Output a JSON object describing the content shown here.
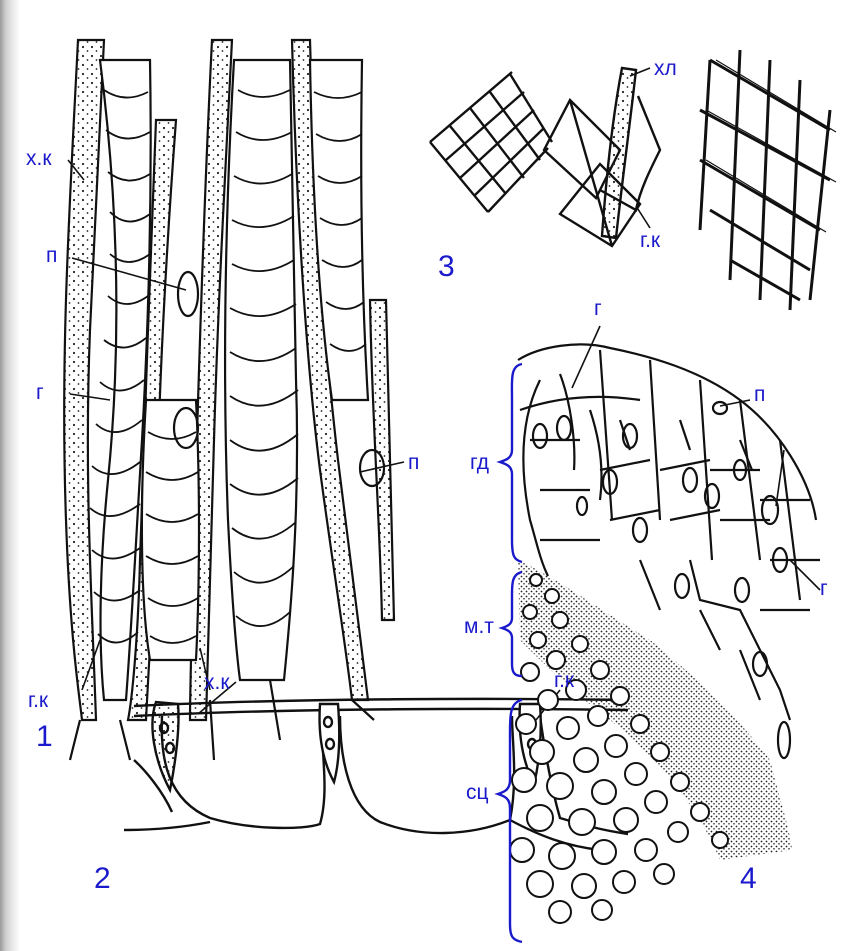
{
  "colors": {
    "label_blue": "#1a1acc",
    "ink": "#111111",
    "frame_gray": "#9a9a9a"
  },
  "figure_numbers": {
    "f1": "1",
    "f2": "2",
    "f3": "3",
    "f4": "4"
  },
  "labels": {
    "fig1": {
      "xk": "х.к",
      "p_top": "п",
      "g": "г",
      "p_right": "п",
      "gk": "г.к",
      "xk_bottom": "х.к"
    },
    "fig2": {
      "gk": "г.к"
    },
    "fig3": {
      "xl": "хл",
      "gk": "г.к"
    },
    "fig4": {
      "g_top": "г",
      "p": "п",
      "gd": "гд",
      "g_right": "г",
      "mt": "м.т",
      "sc": "сц"
    }
  }
}
